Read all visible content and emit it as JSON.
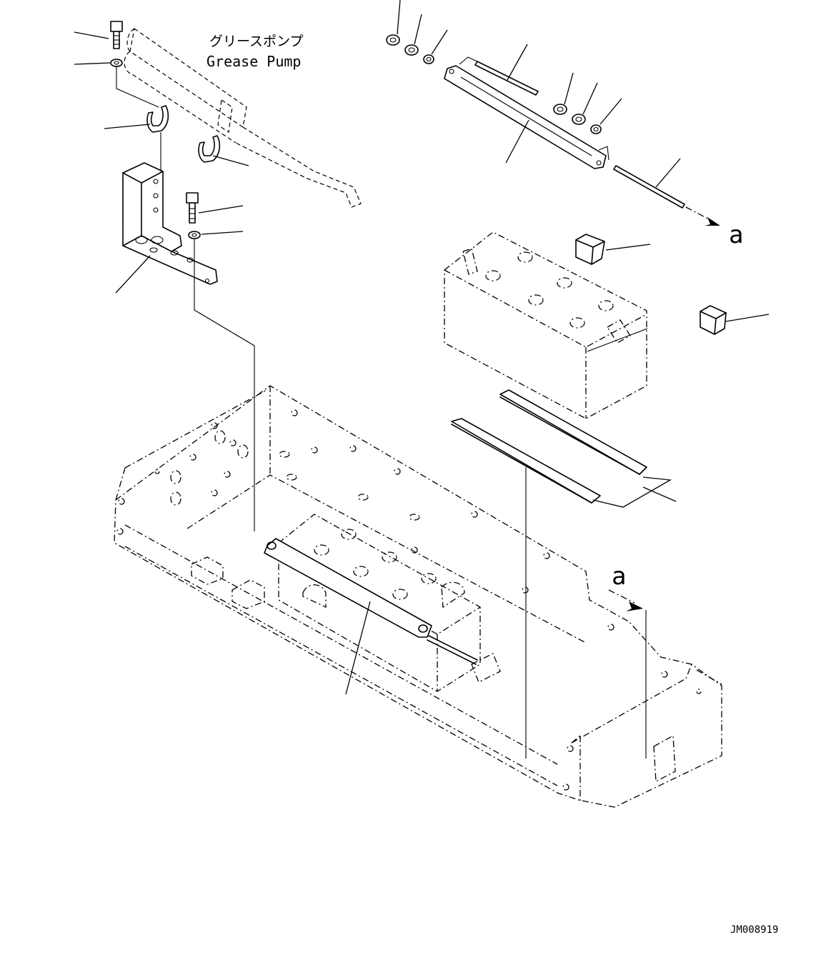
{
  "labels": {
    "grease_pump_jp": "グリースポンプ",
    "grease_pump_en": "Grease Pump",
    "arrow_a_top": "a",
    "arrow_a_bottom": "a",
    "drawing_number": "JM008919"
  },
  "colors": {
    "line": "#000000",
    "background": "#ffffff"
  }
}
